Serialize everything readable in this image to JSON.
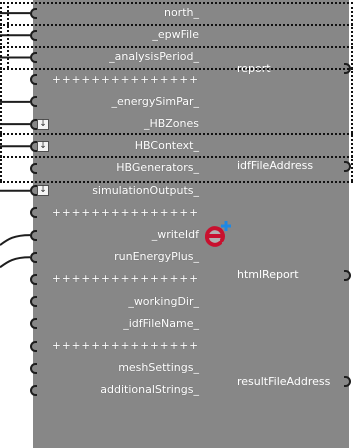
{
  "component": {
    "inputs": [
      {
        "label": "north_",
        "kind": "param",
        "wired": true,
        "dotted": true
      },
      {
        "label": "_epwFile",
        "kind": "param",
        "wired": true,
        "dotted": true
      },
      {
        "label": "_analysisPeriod_",
        "kind": "param",
        "wired": true,
        "dotted": true
      },
      {
        "label": "+++++++++++++++",
        "kind": "separator"
      },
      {
        "label": "_energySimPar_",
        "kind": "param",
        "wired": true
      },
      {
        "label": "_HBZones",
        "kind": "param",
        "wired": true,
        "flatten": true,
        "dotted": true
      },
      {
        "label": "HBContext_",
        "kind": "param",
        "wired": true,
        "flatten": true,
        "dotted": true
      },
      {
        "label": "HBGenerators_",
        "kind": "param"
      },
      {
        "label": "simulationOutputs_",
        "kind": "param",
        "wired": true,
        "flatten": true
      },
      {
        "label": "+++++++++++++++",
        "kind": "separator"
      },
      {
        "label": "_writeIdf",
        "kind": "param",
        "wired": true
      },
      {
        "label": "runEnergyPlus_",
        "kind": "param",
        "wired": true
      },
      {
        "label": "+++++++++++++++",
        "kind": "separator"
      },
      {
        "label": "_workingDir_",
        "kind": "param"
      },
      {
        "label": "_idfFileName_",
        "kind": "param"
      },
      {
        "label": "+++++++++++++++",
        "kind": "separator"
      },
      {
        "label": "meshSettings_",
        "kind": "param"
      },
      {
        "label": "additionalStrings_",
        "kind": "param"
      }
    ],
    "outputs": [
      {
        "label": "report"
      },
      {
        "label": "idfFileAddress"
      },
      {
        "label": "htmlReport"
      },
      {
        "label": "resultFileAddress"
      }
    ],
    "flatten_icon": "flatten-arrow-icon",
    "logo_icon": "honeybee-energyplus-logo-icon",
    "colors": {
      "body": "#878787",
      "text": "#ffffff",
      "logo_red": "#c8102e",
      "logo_blue": "#1e88e5"
    }
  }
}
